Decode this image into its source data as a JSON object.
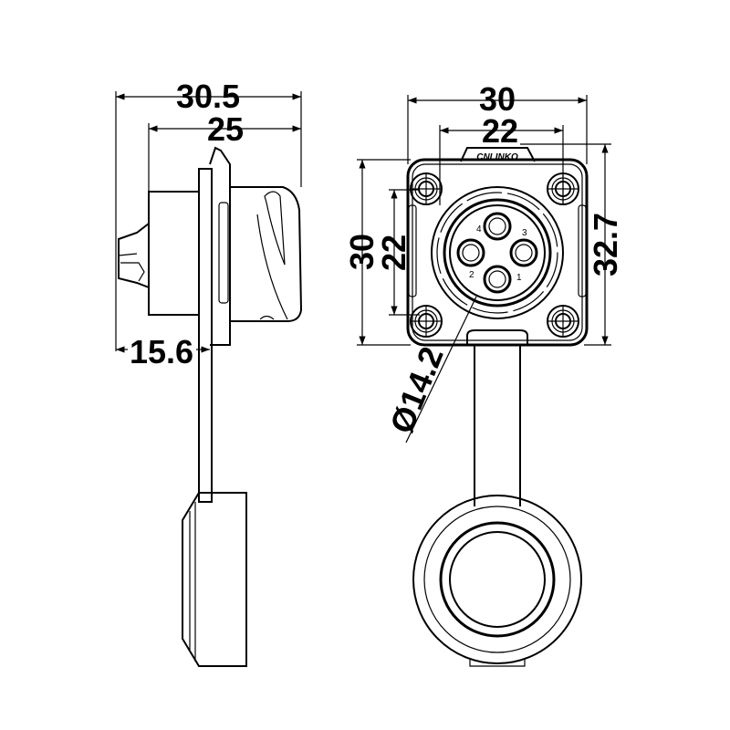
{
  "side_view": {
    "dim_overall_length": "30.5",
    "dim_body_length": "25",
    "dim_rear_length": "15.6"
  },
  "front_view": {
    "dim_width": "30",
    "dim_hole_spacing_h": "22",
    "dim_height": "30",
    "dim_hole_spacing_v": "22",
    "dim_total_height": "32.7",
    "dim_diameter": "Ø14.2",
    "logo": "CNLINKO",
    "pin_labels": [
      "1",
      "2",
      "3",
      "4"
    ]
  }
}
